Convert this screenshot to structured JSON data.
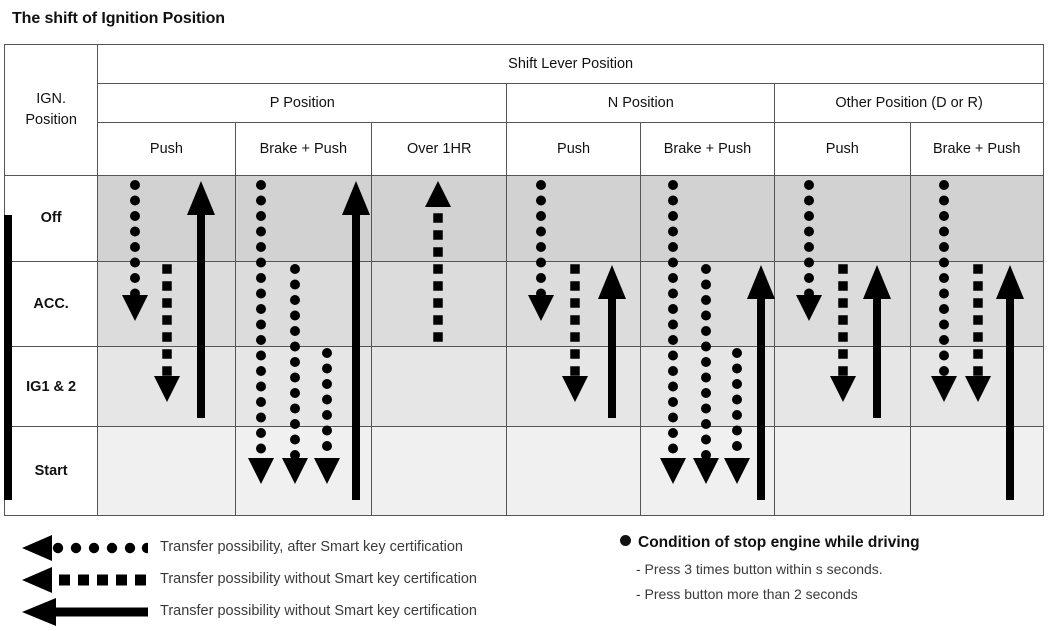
{
  "title": "The shift of Ignition Position",
  "table": {
    "corner_label": "IGN.\nPosition",
    "corner_line1": "IGN.",
    "corner_line2": "Position",
    "top_header": "Shift Lever Position",
    "groups": [
      {
        "label": "P Position",
        "span": 3
      },
      {
        "label": "N Position",
        "span": 2
      },
      {
        "label": "Other Position (D or R)",
        "span": 2
      }
    ],
    "columns": [
      {
        "label": "Push",
        "group": "P Position"
      },
      {
        "label": "Brake + Push",
        "group": "P Position"
      },
      {
        "label": "Over 1HR",
        "group": "P Position"
      },
      {
        "label": "Push",
        "group": "N Position"
      },
      {
        "label": "Brake + Push",
        "group": "N Position"
      },
      {
        "label": "Push",
        "group": "Other Position (D or R)"
      },
      {
        "label": "Brake + Push",
        "group": "Other Position (D or R)"
      }
    ],
    "rows": [
      {
        "label": "Off",
        "shade": "#d2d2d2"
      },
      {
        "label": "ACC.",
        "shade": "#dcdcdc"
      },
      {
        "label": "IG1 & 2",
        "shade": "#e6e6e6"
      },
      {
        "label": "Start",
        "shade": "#f0f0f0"
      }
    ]
  },
  "legend": {
    "items": [
      {
        "style": "dotted",
        "arrow": "left",
        "text": "Transfer possibility, after Smart key certification"
      },
      {
        "style": "dashed",
        "arrow": "left",
        "text": "Transfer possibility without Smart key certification"
      },
      {
        "style": "solid",
        "arrow": "left",
        "text": "Transfer possibility without Smart key certification"
      }
    ],
    "condition": {
      "title": "Condition of stop engine while driving",
      "lines": [
        "- Press 3 times button within s seconds.",
        "- Press button more than 2 seconds"
      ]
    }
  },
  "diagram_data": {
    "type": "diagram",
    "note": "Arrow styles: dotted = after Smart key certification; dashed = without Smart key certification; solid = without Smart key certification",
    "row_order": [
      "Off",
      "ACC.",
      "IG1 & 2",
      "Start"
    ],
    "arrows": [
      {
        "column": "P Position / Push",
        "style": "dotted",
        "dir": "down",
        "from": "Off",
        "to": "ACC."
      },
      {
        "column": "P Position / Push",
        "style": "dashed",
        "dir": "down",
        "from": "ACC.",
        "to": "IG1 & 2"
      },
      {
        "column": "P Position / Push",
        "style": "solid",
        "dir": "up",
        "from": "IG1 & 2",
        "to": "Off"
      },
      {
        "column": "P Position / Push",
        "style": "solid",
        "dir": "up",
        "from": "Start",
        "to": "Off"
      },
      {
        "column": "P Position / Brake + Push",
        "style": "dotted",
        "dir": "down",
        "from": "Off",
        "to": "Start"
      },
      {
        "column": "P Position / Brake + Push",
        "style": "dotted",
        "dir": "down",
        "from": "ACC.",
        "to": "Start"
      },
      {
        "column": "P Position / Brake + Push",
        "style": "dotted",
        "dir": "down",
        "from": "IG1 & 2",
        "to": "Start"
      },
      {
        "column": "P Position / Brake + Push",
        "style": "solid",
        "dir": "up",
        "from": "Start",
        "to": "Off"
      },
      {
        "column": "P Position / Over 1HR",
        "style": "dashed",
        "dir": "up",
        "from": "ACC.",
        "to": "Off"
      },
      {
        "column": "N Position / Push",
        "style": "dotted",
        "dir": "down",
        "from": "Off",
        "to": "ACC."
      },
      {
        "column": "N Position / Push",
        "style": "dashed",
        "dir": "down",
        "from": "ACC.",
        "to": "IG1 & 2"
      },
      {
        "column": "N Position / Push",
        "style": "solid",
        "dir": "up",
        "from": "IG1 & 2",
        "to": "ACC."
      },
      {
        "column": "N Position / Push",
        "style": "solid",
        "dir": "up",
        "from": "Start",
        "to": "ACC."
      },
      {
        "column": "N Position / Brake + Push",
        "style": "dotted",
        "dir": "down",
        "from": "Off",
        "to": "Start"
      },
      {
        "column": "N Position / Brake + Push",
        "style": "dotted",
        "dir": "down",
        "from": "ACC.",
        "to": "Start"
      },
      {
        "column": "N Position / Brake + Push",
        "style": "dotted",
        "dir": "down",
        "from": "IG1 & 2",
        "to": "Start"
      },
      {
        "column": "N Position / Brake + Push",
        "style": "solid",
        "dir": "up",
        "from": "Start",
        "to": "ACC."
      },
      {
        "column": "Other Position / Push",
        "style": "dotted",
        "dir": "down",
        "from": "Off",
        "to": "ACC."
      },
      {
        "column": "Other Position / Push",
        "style": "dashed",
        "dir": "down",
        "from": "ACC.",
        "to": "IG1 & 2"
      },
      {
        "column": "Other Position / Push",
        "style": "solid",
        "dir": "up",
        "from": "IG1 & 2",
        "to": "ACC."
      },
      {
        "column": "Other Position / Push",
        "style": "solid",
        "dir": "up",
        "from": "Start",
        "to": "ACC."
      },
      {
        "column": "Other Position / Brake + Push",
        "style": "dotted",
        "dir": "down",
        "from": "Off",
        "to": "IG1 & 2"
      },
      {
        "column": "Other Position / Brake + Push",
        "style": "dashed",
        "dir": "down",
        "from": "ACC.",
        "to": "IG1 & 2"
      },
      {
        "column": "Other Position / Brake + Push",
        "style": "solid",
        "dir": "up",
        "from": "Start",
        "to": "ACC."
      }
    ]
  }
}
